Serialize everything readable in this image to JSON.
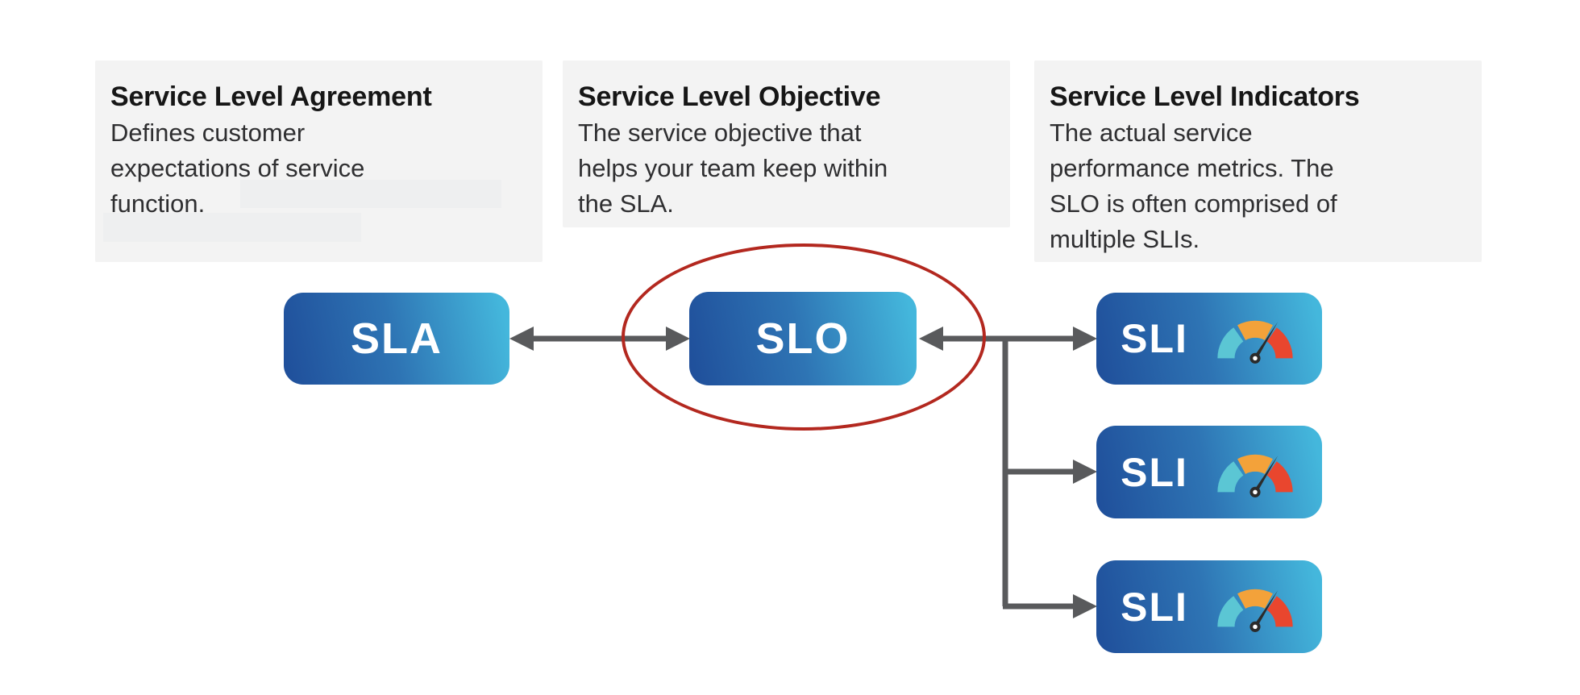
{
  "info_cards": [
    {
      "title": "Service Level Agreement",
      "body_lines": [
        "Defines customer",
        "expectations of service",
        "function."
      ]
    },
    {
      "title": "Service Level Objective",
      "body_lines": [
        "The service objective that",
        "helps your team keep within",
        "the SLA."
      ]
    },
    {
      "title": "Service Level Indicators",
      "body_lines": [
        "The actual service",
        "performance metrics. The",
        "SLO is often comprised of",
        "multiple SLIs."
      ]
    }
  ],
  "nodes": {
    "sla": {
      "label": "SLA"
    },
    "slo": {
      "label": "SLO"
    },
    "sli": [
      {
        "label": "SLI"
      },
      {
        "label": "SLI"
      },
      {
        "label": "SLI"
      }
    ]
  },
  "colors": {
    "card_background": "#f3f3f3",
    "redacted_strip": "#eeeff0",
    "node_gradient_dark": "#1f4e9a",
    "node_gradient_mid": "#2e74b4",
    "node_gradient_light": "#44b7dc",
    "node_text": "#ffffff",
    "arrow": "#595a5c",
    "highlight_ellipse": "#b3281f",
    "gauge_low": "#5bc6d4",
    "gauge_mid": "#f3a23a",
    "gauge_high": "#e9462e",
    "gauge_needle": "#2b2b2b",
    "title_text": "#161616",
    "body_text": "#2f2f31"
  }
}
